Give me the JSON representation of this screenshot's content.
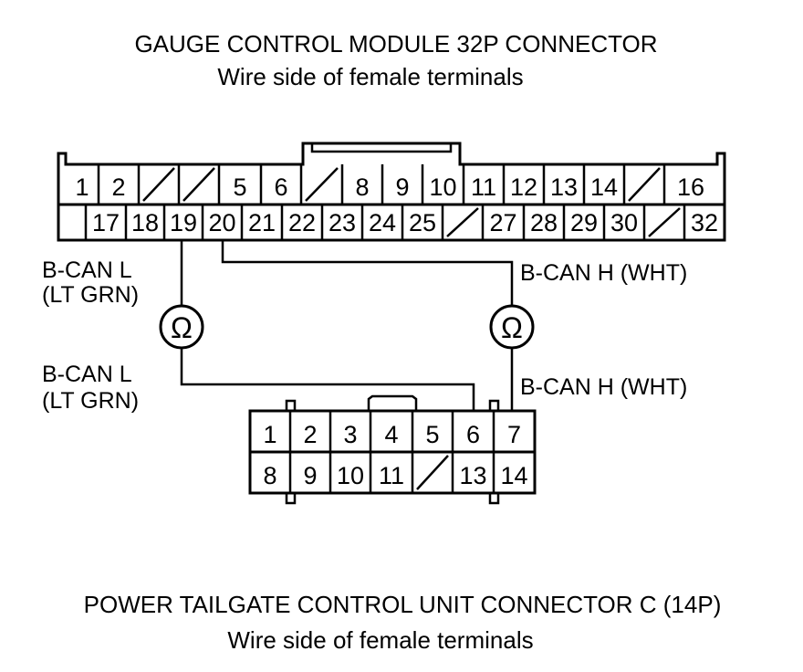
{
  "top_connector": {
    "title": "GAUGE CONTROL MODULE 32P CONNECTOR",
    "subtitle": "Wire side of female terminals",
    "row1": [
      "1",
      "2",
      "",
      "",
      "5",
      "6",
      "",
      "8",
      "9",
      "10",
      "11",
      "12",
      "13",
      "14",
      "",
      "16"
    ],
    "row2": [
      "",
      "17",
      "18",
      "19",
      "20",
      "21",
      "22",
      "23",
      "24",
      "25",
      "",
      "27",
      "28",
      "29",
      "30",
      "",
      "32"
    ]
  },
  "bottom_connector": {
    "title": "POWER TAILGATE CONTROL UNIT CONNECTOR C (14P)",
    "subtitle": "Wire side of female terminals",
    "row1": [
      "1",
      "2",
      "3",
      "4",
      "5",
      "6",
      "7"
    ],
    "row2": [
      "8",
      "9",
      "10",
      "11",
      "",
      "13",
      "14"
    ]
  },
  "wires": {
    "left_upper_line1": "B-CAN L",
    "left_upper_line2": "(LT GRN)",
    "left_lower_line1": "B-CAN L",
    "left_lower_line2": "(LT GRN)",
    "right_upper": "B-CAN H (WHT)",
    "right_lower": "B-CAN H (WHT)"
  },
  "meters": {
    "left_symbol": "Ω",
    "right_symbol": "Ω"
  }
}
